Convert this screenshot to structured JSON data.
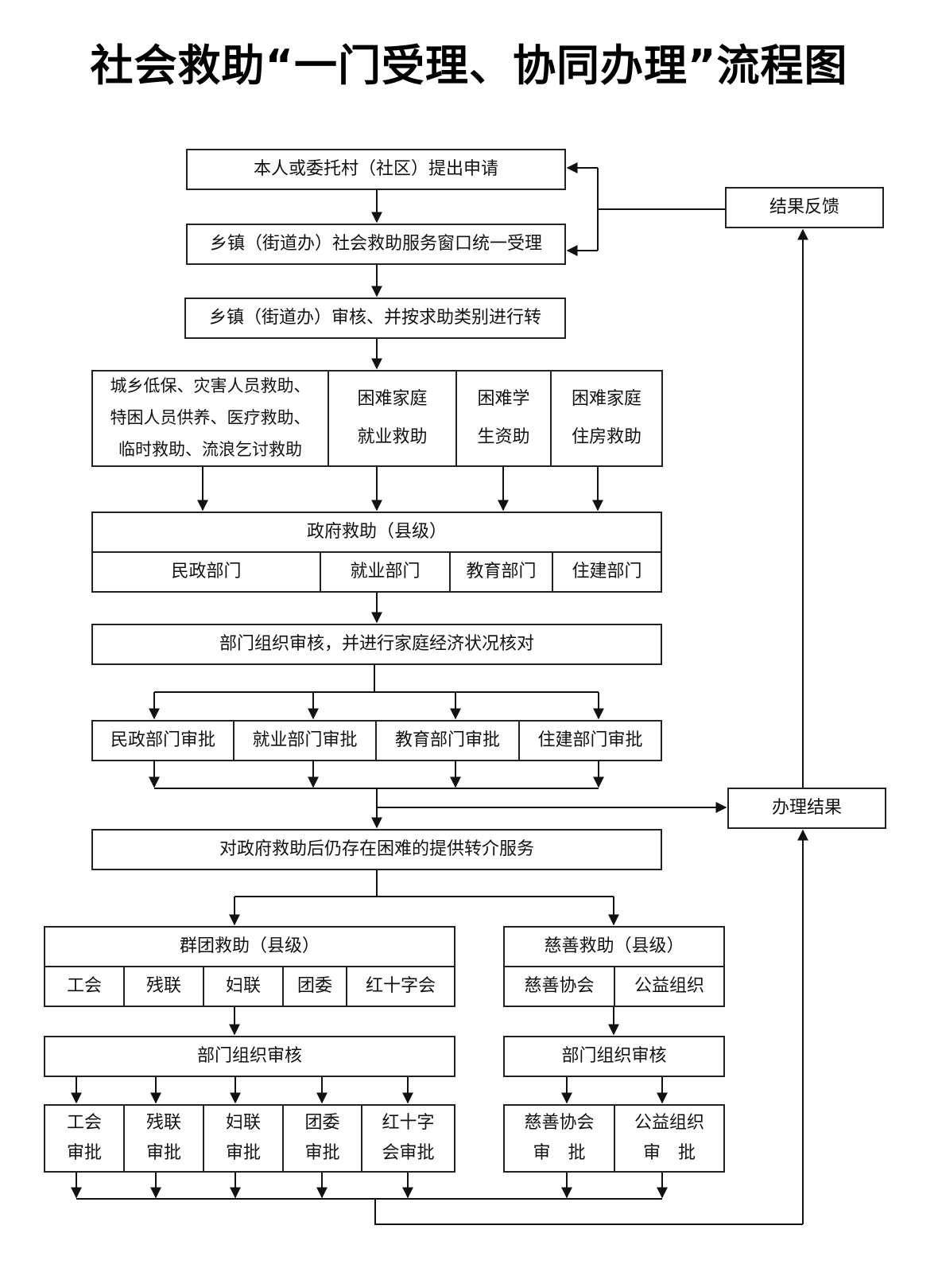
{
  "title": "社会救助“一门受理、协同办理”流程图",
  "steps": {
    "apply": "本人或委托村（社区）提出申请",
    "accept": "乡镇（街道办）社会救助服务窗口统一受理",
    "review_transfer": "乡镇（街道办）审核、并按求助类别进行转",
    "feedback": "结果反馈",
    "result": "办理结果"
  },
  "categories": {
    "general": [
      "城乡低保、灾害人员救助、",
      "特困人员供养、医疗救助、",
      "临时救助、流浪乞讨救助"
    ],
    "employment": [
      "困难家庭",
      "就业救助"
    ],
    "education": [
      "困难学",
      "生资助"
    ],
    "housing": [
      "困难家庭",
      "住房救助"
    ]
  },
  "government": {
    "header": "政府救助（县级）",
    "departments": [
      "民政部门",
      "就业部门",
      "教育部门",
      "住建部门"
    ],
    "review": "部门组织审核，并进行家庭经济状况核对",
    "approvals": [
      "民政部门审批",
      "就业部门审批",
      "教育部门审批",
      "住建部门审批"
    ],
    "referral": "对政府救助后仍存在困难的提供转介服务"
  },
  "mass": {
    "header": "群团救助（县级）",
    "orgs": [
      "工会",
      "残联",
      "妇联",
      "团委",
      "红十字会"
    ],
    "review": "部门组织审核",
    "approvals": [
      [
        "工会",
        "审批"
      ],
      [
        "残联",
        "审批"
      ],
      [
        "妇联",
        "审批"
      ],
      [
        "团委",
        "审批"
      ],
      [
        "红十字",
        "会审批"
      ]
    ]
  },
  "charity": {
    "header": "慈善救助（县级）",
    "orgs": [
      "慈善协会",
      "公益组织"
    ],
    "review": "部门组织审核",
    "approvals": [
      [
        "慈善协会",
        "审　批"
      ],
      [
        "公益组织",
        "审　批"
      ]
    ]
  }
}
